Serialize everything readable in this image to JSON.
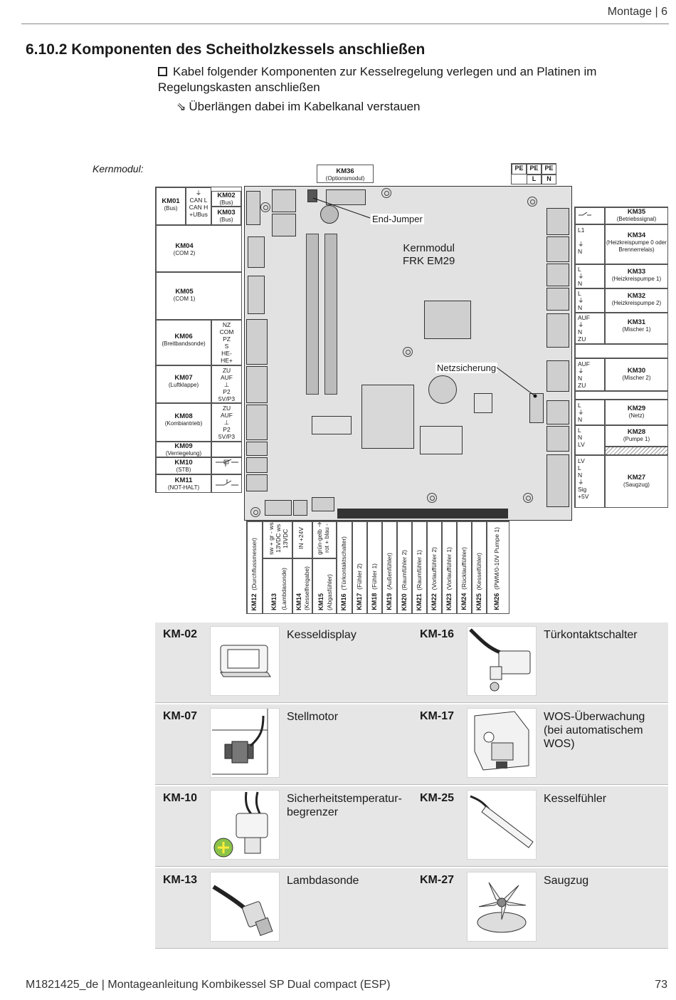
{
  "header": {
    "chapter": "Montage | 6"
  },
  "section": {
    "title": "6.10.2 Komponenten des Scheitholzkessels anschließen"
  },
  "instructions": {
    "step1": "Kabel folgender Komponenten zur Kesselregelung verlegen und an Platinen im Regelungskasten anschließen",
    "step2": "Überlängen dabei im Kabelkanal verstauen"
  },
  "diagram": {
    "label": "Kernmodul:",
    "board_title_1": "Kernmodul",
    "board_title_2": "FRK EM29",
    "end_jumper": "End-Jumper",
    "netzsicherung": "Netzsicherung",
    "km36": {
      "name": "KM36",
      "desc": "(Optionsmodul)"
    },
    "pe_top": [
      "PE",
      "PE",
      "PE",
      "L",
      "N"
    ],
    "left": {
      "km01": {
        "name": "KM01",
        "desc": "(Bus)",
        "pins": [
          "⏚",
          "CAN L",
          "CAN H",
          "+UBus"
        ]
      },
      "km02": {
        "name": "KM02",
        "desc": "(Bus)"
      },
      "km03": {
        "name": "KM03",
        "desc": "(Bus)"
      },
      "km04": {
        "name": "KM04",
        "desc": "(COM 2)"
      },
      "km05": {
        "name": "KM05",
        "desc": "(COM 1)"
      },
      "km06": {
        "name": "KM06",
        "desc": "(Breitbandsonde)",
        "pins": [
          "NZ",
          "COM",
          "PZ",
          "S",
          "HE-",
          "HE+"
        ]
      },
      "km07": {
        "name": "KM07",
        "desc": "(Luftklappe)",
        "pins": [
          "ZU",
          "AUF",
          "⊥",
          "P2",
          "5V/P3"
        ]
      },
      "km08": {
        "name": "KM08",
        "desc": "(Kombiantrieb)",
        "pins": [
          "ZU",
          "AUF",
          "⊥",
          "P2",
          "5V/P3"
        ]
      },
      "km09": {
        "name": "KM09",
        "desc": "(Verriegelung)"
      },
      "km10": {
        "name": "KM10",
        "desc": "(STB)"
      },
      "km11": {
        "name": "KM11",
        "desc": "(NOT-HALT)"
      }
    },
    "right": {
      "km35": {
        "name": "KM35",
        "desc": "(Betriebssignal)"
      },
      "km34": {
        "name": "KM34",
        "desc": "(Heizkreispumpe 0 oder Brennerrelais)",
        "pins": [
          "L1",
          "N"
        ]
      },
      "km33": {
        "name": "KM33",
        "desc": "(Heizkreispumpe 1)",
        "pins": [
          "L",
          "⏚",
          "N"
        ]
      },
      "km32": {
        "name": "KM32",
        "desc": "(Heizkreispumpe 2)",
        "pins": [
          "L",
          "⏚",
          "N"
        ]
      },
      "km31": {
        "name": "KM31",
        "desc": "(Mischer 1)",
        "pins": [
          "AUF",
          "⏚",
          "N",
          "ZU"
        ]
      },
      "km30": {
        "name": "KM30",
        "desc": "(Mischer 2)",
        "pins": [
          "AUF",
          "⏚",
          "N",
          "ZU"
        ]
      },
      "km29": {
        "name": "KM29",
        "desc": "(Netz)",
        "pins": [
          "L",
          "⏚",
          "N"
        ]
      },
      "km28": {
        "name": "KM28",
        "desc": "(Pumpe 1)",
        "pins": [
          "L",
          "N",
          "LV"
        ]
      },
      "km27": {
        "name": "KM27",
        "desc": "(Saugzug)",
        "pins": [
          "LV",
          "L",
          "N",
          "⏚",
          "Sig",
          "+5V"
        ]
      }
    },
    "bottom": [
      {
        "name": "KM12",
        "desc": "(Durchflussmesser)"
      },
      {
        "name": "KM13",
        "desc": "(Lambdasonde)",
        "pins": "sw + gr - ws 13VDC ws 13VDC"
      },
      {
        "name": "KM14",
        "desc": "(Kesselfreigabe)",
        "pins": "IN +24V"
      },
      {
        "name": "KM15",
        "desc": "(Abgasfühler)",
        "pins": "grün-gelb ⏚ rot + blau -"
      },
      {
        "name": "KM16",
        "desc": "(Türkontaktschalter)"
      },
      {
        "name": "KM17",
        "desc": "(Fühler 2)"
      },
      {
        "name": "KM18",
        "desc": "(Fühler 1)"
      },
      {
        "name": "KM19",
        "desc": "(Außenfühler)"
      },
      {
        "name": "KM20",
        "desc": "(Raumfühler 2)"
      },
      {
        "name": "KM21",
        "desc": "(Raumfühler 1)"
      },
      {
        "name": "KM22",
        "desc": "(Vorlauffühler 2)"
      },
      {
        "name": "KM23",
        "desc": "(Vorlauffühler 1)"
      },
      {
        "name": "KM24",
        "desc": "(Rücklauffühler)"
      },
      {
        "name": "KM25",
        "desc": "(Kesselfühler)"
      },
      {
        "name": "KM26",
        "desc": "(PWM/0-10V Pumpe 1)"
      }
    ]
  },
  "components": [
    {
      "code": "KM-02",
      "name": "Kesseldisplay",
      "code2": "KM-16",
      "name2": "Türkontaktschalter"
    },
    {
      "code": "KM-07",
      "name": "Stellmotor",
      "code2": "KM-17",
      "name2": "WOS-Überwachung (bei automatischem WOS)"
    },
    {
      "code": "KM-10",
      "name": "Sicherheitstemperatur-begrenzer",
      "code2": "KM-25",
      "name2": "Kesselfühler"
    },
    {
      "code": "KM-13",
      "name": "Lambdasonde",
      "code2": "KM-27",
      "name2": "Saugzug"
    }
  ],
  "footer": {
    "doc": "M1821425_de | Montageanleitung Kombikessel SP Dual compact (ESP)",
    "page": "73"
  }
}
